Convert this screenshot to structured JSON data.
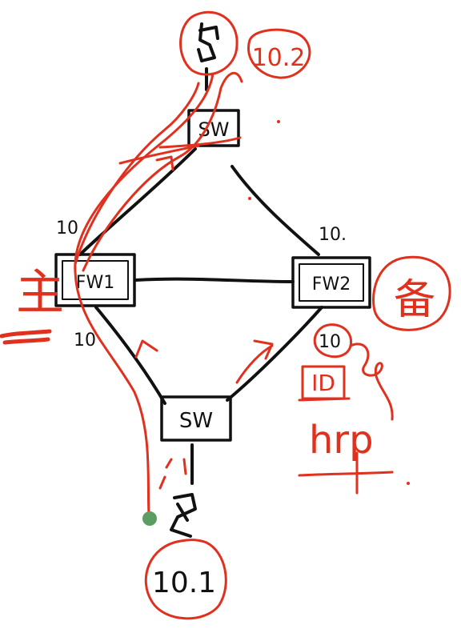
{
  "colors": {
    "ink_black": "#111111",
    "ink_red": "#e0301e",
    "pointer_green": "#5c9e62"
  },
  "devices": {
    "top_switch": "SW",
    "bottom_switch": "SW",
    "firewall_1": "FW1",
    "firewall_2": "FW2"
  },
  "labels": {
    "fw1_upper_tag": "10",
    "fw1_lower_tag": "10",
    "fw2_upper_tag": "10.",
    "fw2_lower_tag": "10"
  },
  "annotations": {
    "top_host_ip": "10.2",
    "bottom_host_ip": "10.1",
    "master_mark": "主",
    "backup_mark": "备",
    "protocol": "hrp",
    "boxed_id": "ID"
  },
  "icons": [
    "host-icon",
    "switch-icon",
    "firewall-icon"
  ]
}
